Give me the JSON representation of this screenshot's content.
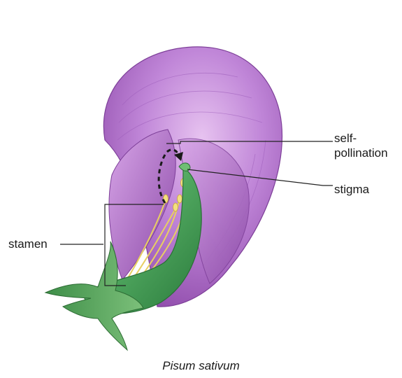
{
  "diagram": {
    "labels": {
      "self_pollination_line1": "self-",
      "self_pollination_line2": "pollination",
      "stigma": "stigma",
      "stamen": "stamen"
    },
    "caption": "Pisum sativum",
    "colors": {
      "petal_purple": "#b46ad0",
      "petal_dark": "#7d3f98",
      "keel_green": "#3f9a52",
      "stamen_yellow": "#f2dc7a",
      "leader_line": "#222222"
    }
  }
}
